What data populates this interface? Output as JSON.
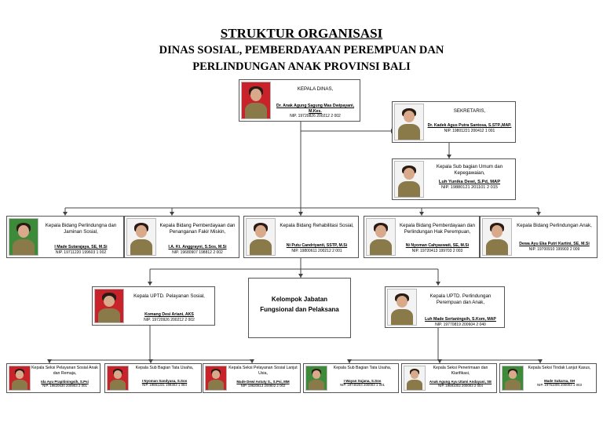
{
  "header": {
    "title": "STRUKTUR ORGANISASI",
    "subtitle_line1": "DINAS SOSIAL, PEMBERDAYAAN PEREMPUAN DAN",
    "subtitle_line2": "PERLINDUNGAN ANAK PROVINSI BALI"
  },
  "kepala": {
    "position": "KEPALA DINAS,",
    "name": "Dr. Anak Agung Sagung Mas Dwipayani, M.Kes.",
    "nip": "NIP. 19720826 200212 2 002",
    "photo_bg": "#c8222a"
  },
  "sekretaris": {
    "position": "SEKRETARIS,",
    "name": "Dr. Kadek Agus Putra Santosa, S.STP.,MAP.",
    "nip": "NIP. 19801221 200412 1 001",
    "photo_bg": "#f3f3f3"
  },
  "subbag_umum": {
    "position": "Kepala Sub bagian Umum dan Kepegawaian,",
    "name": "Luh Yunika Dewi, S.Pd, MAP",
    "nip": "NIP. 19880121 201101 2 015",
    "photo_bg": "#f3f3f3"
  },
  "bidang": [
    {
      "position": "Kepala Bidang Perlindungna dan Jaminan Sosial,",
      "name": "I Made Sutarajaya, SE, M.Si",
      "nip": "NIP. 19711220 199603 1 002",
      "photo_bg": "#3c8a3a"
    },
    {
      "position": "Kepala Bidang Pemberdayaan dan Penanganan Fakir Miskin,",
      "name": "I.A. Kt. Anggrayni, S.Sos, M.Si",
      "nip": "NIP. 19680907 198812 2 002",
      "photo_bg": "#f3f3f3"
    },
    {
      "position": "Kepala Bidang Rehabilitasi Sosial,",
      "name": "Ni Putu Candriyanti, SSTP, M.Si",
      "nip": "NIP. 19800611 200212 2 001",
      "photo_bg": "#f3f3f3"
    },
    {
      "position": "Kepala Bidang Pemberdayaan dan Perlindungan Hak Perempuan,",
      "name": "Ni Nyoman Cahyaswati, SE, M.Si",
      "nip": "NIP. 19720413 199703 2 003",
      "photo_bg": "#f3f3f3"
    },
    {
      "position": "Kepala Bidang Perlindungan Anak,",
      "name": "Dewa Ayu Eka Putri Kartini, SE, M.Si",
      "nip": "NIP. 19700910 199903 2 009",
      "photo_bg": "#f3f3f3"
    }
  ],
  "uptd": [
    {
      "position": "Kepala UPTD. Pelayanan Sosial,",
      "name": "Komang Desi Ariani, AKS",
      "nip": "NIP. 19720926 200212 2 002",
      "photo_bg": "#c8222a"
    },
    {
      "position": "Kepala UPTD. Perlindungan Perempuan dan Anak,",
      "name": "Luh Made Sertaningsih, S.Kom, MAP",
      "nip": "NIP. 19770819 200604 2 040",
      "photo_bg": "#f3f3f3"
    }
  ],
  "kelompok": {
    "line1": "Kelompok Jabatan",
    "line2": "Fungsional dan Pelaksana"
  },
  "seksi": [
    {
      "position": "Kepala Seksi Pelayanan Sosial Anak dan Remaja,",
      "name": "Ida Ayu Prapitiningsih, S.Psi",
      "nip": "NIP. 19820630 200903 2 001",
      "photo_bg": "#c8222a"
    },
    {
      "position": "Kepala Sub Bagian Tata Usaha,",
      "name": "I Nyoman Sandyasa, S.Sos",
      "nip": "NIP. 19861231 199303 1 084",
      "photo_bg": "#c8222a"
    },
    {
      "position": "Kepala Seksi Pelayanan Sosial Lanjut Usia,",
      "name": "Made Dewi Astuty S., S.Psi, MM",
      "nip": "NIP. 19820813 200802 2 002",
      "photo_bg": "#c8222a"
    },
    {
      "position": "Kepala Sub Bagian Tata Usaha,",
      "name": "I Wayan Sujana, S.Sos",
      "nip": "NIP. 19740204 200003 1 001",
      "photo_bg": "#3c8a3a"
    },
    {
      "position": "Kepala Seksi Penerimaan dan Klarifikasi,",
      "name": "Anak Agung Ayu Utami Andayani, SE",
      "nip": "NIP. 19681002 200003 2 004",
      "photo_bg": "#f3f3f3"
    },
    {
      "position": "Kepala Seksi Tindak Lanjut Kasus,",
      "name": "Made Sukarsa, SH",
      "nip": "NIP. 19751005 200003 1 003",
      "photo_bg": "#3c8a3a"
    }
  ]
}
